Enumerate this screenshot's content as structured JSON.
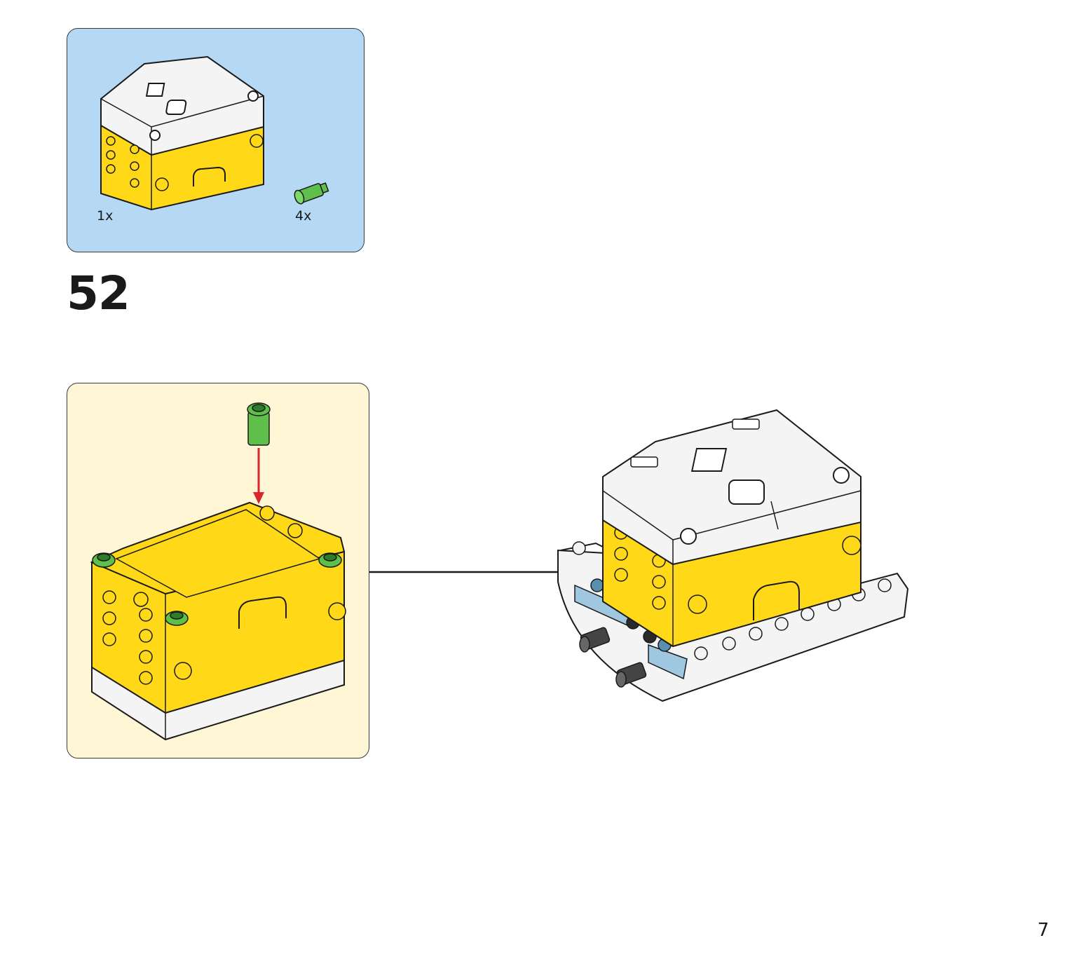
{
  "parts_list": {
    "items": [
      {
        "part": "hub",
        "quantity": "1x"
      },
      {
        "part": "green-connector-peg",
        "quantity": "4x"
      }
    ]
  },
  "step": {
    "number": "52"
  },
  "page": {
    "number": "7"
  },
  "colors": {
    "parts_panel_bg": "#b5d9f5",
    "callout_panel_bg": "#fff6d6",
    "hub_yellow": "#ffd917",
    "hub_white": "#f4f4f4",
    "peg_green": "#5fbf4b",
    "arrow_red": "#d9252b",
    "plate_blue": "#9fc7e0"
  }
}
